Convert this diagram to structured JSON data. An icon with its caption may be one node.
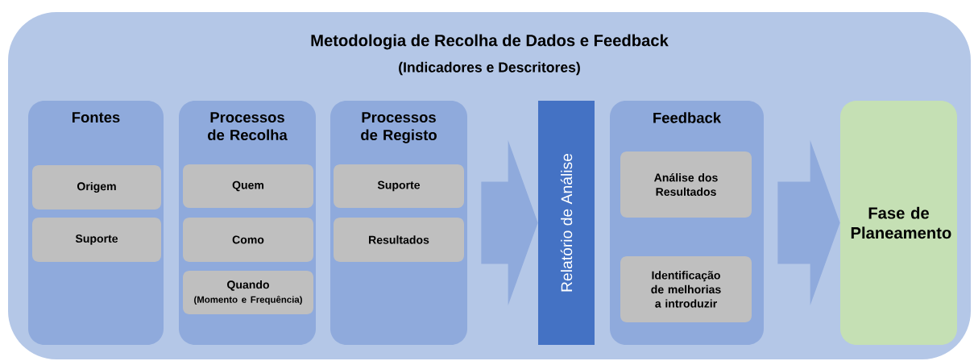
{
  "diagram": {
    "nodes": [
      {
        "text": [
          "Metodologia de Recolha de Dados e Feedback",
          "(Indicadores e Descritores)"
        ]
      },
      {
        "text": [
          "Fontes"
        ],
        "in": 0
      },
      {
        "text": [
          "Origem"
        ],
        "in": 1
      },
      {
        "text": [
          "Suporte"
        ],
        "in": 1
      },
      {
        "text": [
          "Processos de Recolha"
        ],
        "in": 0
      },
      {
        "text": [
          "Quem"
        ],
        "in": 4
      },
      {
        "text": [
          "Como"
        ],
        "in": 4
      },
      {
        "text": [
          "Quando",
          "(Momento e Frequência)"
        ],
        "in": 4
      },
      {
        "text": [
          "Processos de Registo"
        ],
        "in": 0
      },
      {
        "text": [
          "Suporte"
        ],
        "in": 8
      },
      {
        "text": [
          "Resultados"
        ],
        "in": 8
      },
      {
        "text": [
          "Relatório de Análise"
        ],
        "in": 0
      },
      {
        "text": [
          "Feedback"
        ],
        "in": 0
      },
      {
        "text": [
          "Análise dos Resultados"
        ],
        "in": 12
      },
      {
        "text": [
          "Identificação de melhorias a introduzir"
        ],
        "in": 12
      },
      {
        "text": [
          "Fase de Planeamento"
        ],
        "in": 0
      }
    ],
    "edges": [
      {
        "from": 8,
        "to": 11,
        "arrow": "to"
      },
      {
        "from": 12,
        "to": 15,
        "arrow": "to"
      }
    ]
  }
}
